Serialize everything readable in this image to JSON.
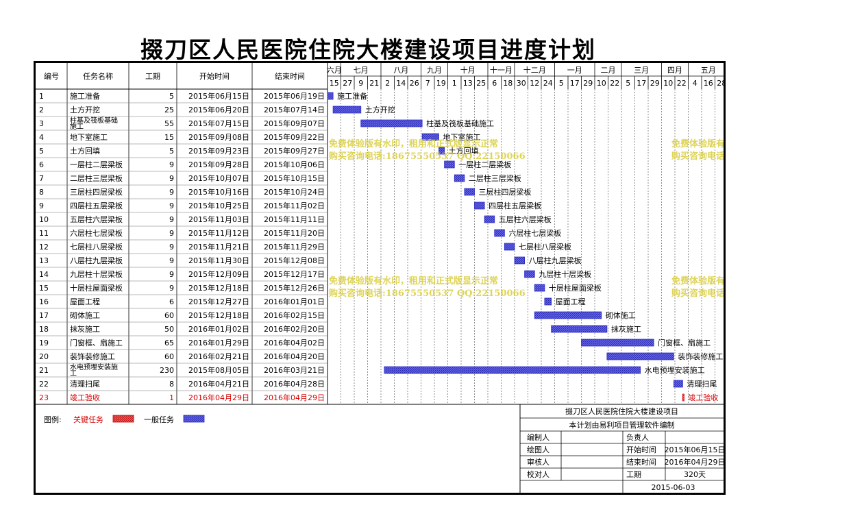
{
  "title": "掇刀区人民医院住院大楼建设项目进度计划",
  "columns": [
    "编号",
    "任务名称",
    "工期",
    "开始时间",
    "结束时间"
  ],
  "timeline": {
    "months": [
      "六月",
      "七月",
      "八月",
      "九月",
      "十月",
      "十一月",
      "十二月",
      "一月",
      "二月",
      "三月",
      "四月",
      "五月"
    ],
    "weeks": [
      "15",
      "27",
      "9",
      "21",
      "2",
      "14",
      "26",
      "7",
      "19",
      "1",
      "13",
      "25",
      "6",
      "18",
      "30",
      "12",
      "24",
      "5",
      "17",
      "29",
      "10",
      "22",
      "5",
      "17",
      "29",
      "10",
      "22",
      "4",
      "16",
      "28"
    ],
    "start": "2015-06-15",
    "days_per_week_col": 12
  },
  "chart_data": {
    "type": "gantt",
    "tasks": [
      {
        "id": "1",
        "name": "施工准备",
        "duration": "5",
        "start": "2015年06月15日",
        "end": "2015年06月19日",
        "s": "2015-06-15",
        "e": "2015-06-19",
        "critical": false
      },
      {
        "id": "2",
        "name": "土方开挖",
        "duration": "25",
        "start": "2015年06月20日",
        "end": "2015年07月14日",
        "s": "2015-06-20",
        "e": "2015-07-14",
        "critical": false
      },
      {
        "id": "3",
        "name": "柱基及筏板基础施工",
        "duration": "55",
        "start": "2015年07月15日",
        "end": "2015年09月07日",
        "s": "2015-07-15",
        "e": "2015-09-07",
        "critical": false
      },
      {
        "id": "4",
        "name": "地下室施工",
        "duration": "15",
        "start": "2015年09月08日",
        "end": "2015年09月22日",
        "s": "2015-09-08",
        "e": "2015-09-22",
        "critical": false
      },
      {
        "id": "5",
        "name": "土方回填",
        "duration": "5",
        "start": "2015年09月23日",
        "end": "2015年09月27日",
        "s": "2015-09-23",
        "e": "2015-09-27",
        "critical": false
      },
      {
        "id": "6",
        "name": "一层柱二层梁板",
        "duration": "9",
        "start": "2015年09月28日",
        "end": "2015年10月06日",
        "s": "2015-09-28",
        "e": "2015-10-06",
        "critical": false
      },
      {
        "id": "7",
        "name": "二层柱三层梁板",
        "duration": "9",
        "start": "2015年10月07日",
        "end": "2015年10月15日",
        "s": "2015-10-07",
        "e": "2015-10-15",
        "critical": false
      },
      {
        "id": "8",
        "name": "三层柱四层梁板",
        "duration": "9",
        "start": "2015年10月16日",
        "end": "2015年10月24日",
        "s": "2015-10-16",
        "e": "2015-10-24",
        "critical": false
      },
      {
        "id": "9",
        "name": "四层柱五层梁板",
        "duration": "9",
        "start": "2015年10月25日",
        "end": "2015年11月02日",
        "s": "2015-10-25",
        "e": "2015-11-02",
        "critical": false
      },
      {
        "id": "10",
        "name": "五层柱六层梁板",
        "duration": "9",
        "start": "2015年11月03日",
        "end": "2015年11月11日",
        "s": "2015-11-03",
        "e": "2015-11-11",
        "critical": false
      },
      {
        "id": "11",
        "name": "六层柱七层梁板",
        "duration": "9",
        "start": "2015年11月12日",
        "end": "2015年11月20日",
        "s": "2015-11-12",
        "e": "2015-11-20",
        "critical": false
      },
      {
        "id": "12",
        "name": "七层柱八层梁板",
        "duration": "9",
        "start": "2015年11月21日",
        "end": "2015年11月29日",
        "s": "2015-11-21",
        "e": "2015-11-29",
        "critical": false
      },
      {
        "id": "13",
        "name": "八层柱九层梁板",
        "duration": "9",
        "start": "2015年11月30日",
        "end": "2015年12月08日",
        "s": "2015-11-30",
        "e": "2015-12-08",
        "critical": false
      },
      {
        "id": "14",
        "name": "九层柱十层梁板",
        "duration": "9",
        "start": "2015年12月09日",
        "end": "2015年12月17日",
        "s": "2015-12-09",
        "e": "2015-12-17",
        "critical": false
      },
      {
        "id": "15",
        "name": "十层柱屋面梁板",
        "duration": "9",
        "start": "2015年12月18日",
        "end": "2015年12月26日",
        "s": "2015-12-18",
        "e": "2015-12-26",
        "critical": false
      },
      {
        "id": "16",
        "name": "屋面工程",
        "duration": "6",
        "start": "2015年12月27日",
        "end": "2016年01月01日",
        "s": "2015-12-27",
        "e": "2016-01-01",
        "critical": false
      },
      {
        "id": "17",
        "name": "砌体施工",
        "duration": "60",
        "start": "2015年12月18日",
        "end": "2016年02月15日",
        "s": "2015-12-18",
        "e": "2016-02-15",
        "critical": false
      },
      {
        "id": "18",
        "name": "抹灰施工",
        "duration": "50",
        "start": "2016年01月02日",
        "end": "2016年02月20日",
        "s": "2016-01-02",
        "e": "2016-02-20",
        "critical": false
      },
      {
        "id": "19",
        "name": "门窗框、扇施工",
        "duration": "65",
        "start": "2016年01月29日",
        "end": "2016年04月02日",
        "s": "2016-01-29",
        "e": "2016-04-02",
        "critical": false
      },
      {
        "id": "20",
        "name": "装饰装修施工",
        "duration": "60",
        "start": "2016年02月21日",
        "end": "2016年04月20日",
        "s": "2016-02-21",
        "e": "2016-04-20",
        "critical": false
      },
      {
        "id": "21",
        "name": "水电预埋安装施工",
        "duration": "230",
        "start": "2015年08月05日",
        "end": "2016年03月21日",
        "s": "2015-08-05",
        "e": "2016-03-21",
        "critical": false
      },
      {
        "id": "22",
        "name": "清理扫尾",
        "duration": "8",
        "start": "2016年04月21日",
        "end": "2016年04月28日",
        "s": "2016-04-21",
        "e": "2016-04-28",
        "critical": false
      },
      {
        "id": "23",
        "name": "竣工验收",
        "duration": "1",
        "start": "2016年04月29日",
        "end": "2016年04月29日",
        "s": "2016-04-29",
        "e": "2016-04-29",
        "critical": true
      }
    ]
  },
  "legend": {
    "label": "图例:",
    "critical": "关键任务",
    "normal": "一般任务"
  },
  "colors": {
    "normal": "#2d2dc8",
    "normal_fill": "#5a5ae0",
    "critical": "#d40000",
    "critical_fill": "#e84848",
    "watermark": "#d8cc3a"
  },
  "info": {
    "project": "掇刀区人民医院住院大楼建设项目",
    "note": "本计划由易利项目管理软件编制",
    "rows": [
      {
        "a": "编制人",
        "b": "",
        "c": "负责人",
        "d": ""
      },
      {
        "a": "绘图人",
        "b": "",
        "c": "开始时间",
        "d": "2015年06月15日"
      },
      {
        "a": "审核人",
        "b": "",
        "c": "结束时间",
        "d": "2016年04月29日"
      },
      {
        "a": "校对人",
        "b": "",
        "c": "工期",
        "d": "320天"
      }
    ],
    "date": "2015-06-03"
  },
  "watermark": {
    "line1": "免费体验版有水印，租用和正式版显示正常",
    "line2": "购买咨询电话:18675550537 QQ:22150066"
  }
}
